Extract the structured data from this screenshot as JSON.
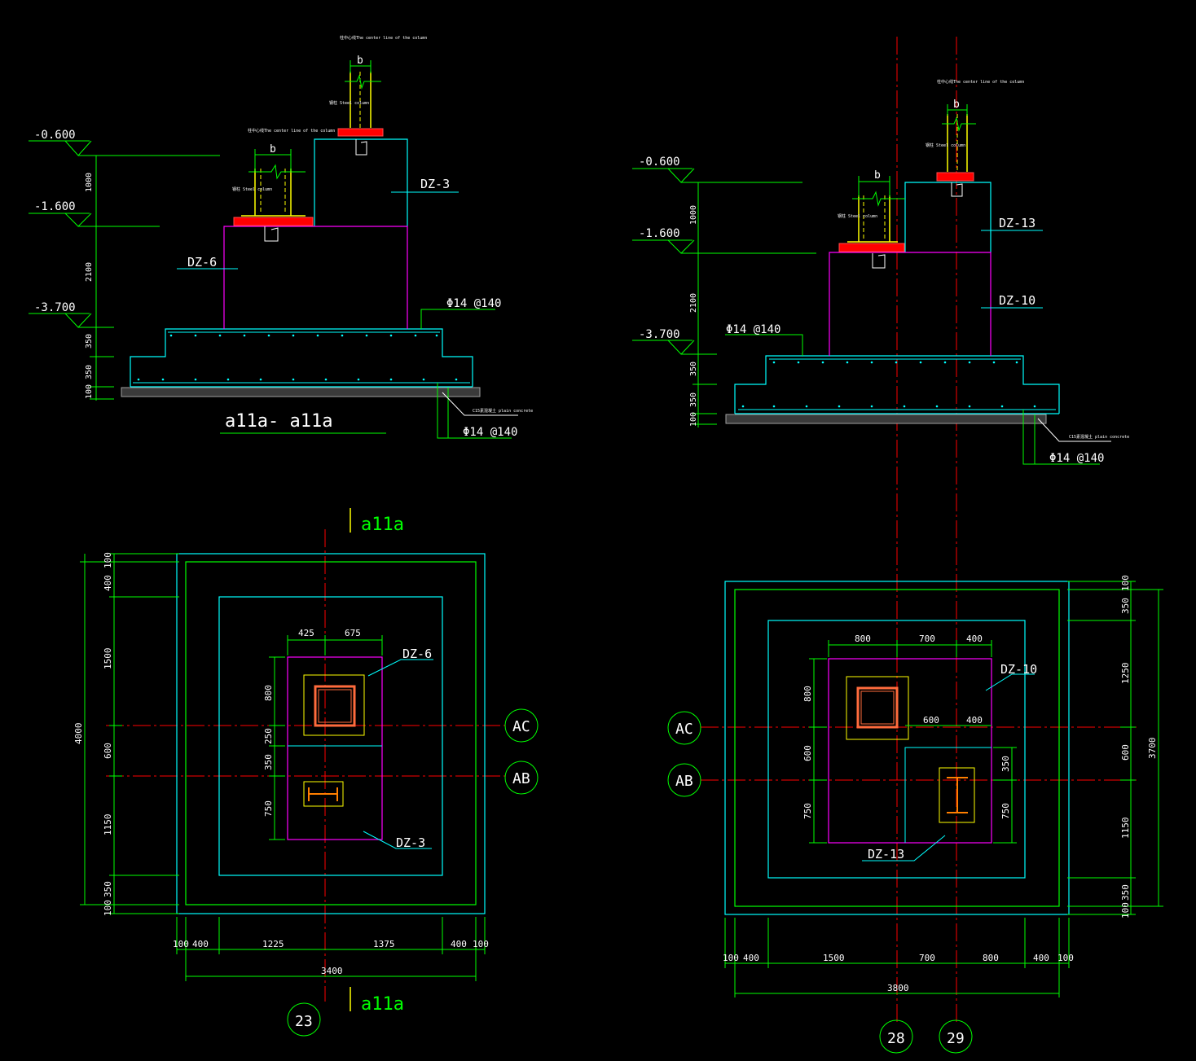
{
  "theme": {
    "background": "#000000",
    "cyan": "#00ffff",
    "green": "#00ff00",
    "magenta": "#ff00ff",
    "red": "#ff0000",
    "yellow": "#ffff00",
    "white": "#ffffff",
    "orange": "#ff7f00",
    "grey": "#8c8c8c"
  },
  "section_left": {
    "elev_top": "-0.600",
    "elev_mid": "-1.600",
    "elev_bot": "-3.700",
    "dims_vertical": [
      "1000",
      "2100",
      "350",
      "350",
      "100"
    ],
    "tag_upper": "DZ-3",
    "tag_lower": "DZ-6",
    "rebar_top": "Φ14 @140",
    "rebar_bottom": "Φ14 @140",
    "title": "a11a- a11a",
    "dim_b": "b",
    "col_note_1": "柱中心线The center line of the column",
    "col_note_2": "柱中心线The center line of the column",
    "steel_col_1": "钢柱 Steel column",
    "steel_col_2": "钢柱 Steel column",
    "plain_conc": "C15素混凝土 plain concrete"
  },
  "section_right": {
    "elev_top": "-0.600",
    "elev_mid": "-1.600",
    "elev_bot": "-3.700",
    "dims_vertical": [
      "1000",
      "2100",
      "350",
      "350",
      "100"
    ],
    "tag_upper": "DZ-13",
    "tag_lower": "DZ-10",
    "rebar_top": "Φ14 @140",
    "rebar_bottom": "Φ14 @140",
    "dim_b": "b",
    "col_note_1": "柱中心线The center line of the column",
    "col_note_2": "",
    "steel_col_1": "钢柱 Steel column",
    "steel_col_2": "钢柱 Steel column",
    "plain_conc": "C15素混凝土 plain concrete"
  },
  "plan_left": {
    "section_mark": "a11a",
    "dims_left": [
      "100",
      "400",
      "1500",
      "600",
      "1150",
      "350",
      "100"
    ],
    "dim_total_v": "4000",
    "dims_bottom": [
      "100",
      "400",
      "1225",
      "1375",
      "400",
      "100"
    ],
    "dim_total_h": "3400",
    "dims_top": [
      "425",
      "675"
    ],
    "dims_inner_v": [
      "800",
      "250",
      "350",
      "750"
    ],
    "tag_a": "DZ-6",
    "tag_b": "DZ-3",
    "axis_1": "AC",
    "axis_2": "AB",
    "axis_col": "23"
  },
  "plan_right": {
    "dims_right": [
      "100",
      "350",
      "1250",
      "600",
      "1150",
      "350",
      "100"
    ],
    "dim_total_v": "3700",
    "dims_bottom": [
      "100",
      "400",
      "1500",
      "700",
      "800",
      "400",
      "100"
    ],
    "dim_total_h": "3800",
    "dims_top": [
      "800",
      "700",
      "400"
    ],
    "dims_inner": [
      "600",
      "400"
    ],
    "dims_inner_v": [
      "800",
      "600",
      "750"
    ],
    "dims_inner_v2": [
      "350",
      "750"
    ],
    "tag_a": "DZ-10",
    "tag_b": "DZ-13",
    "axis_1": "AC",
    "axis_2": "AB",
    "axis_col_1": "28",
    "axis_col_2": "29"
  }
}
